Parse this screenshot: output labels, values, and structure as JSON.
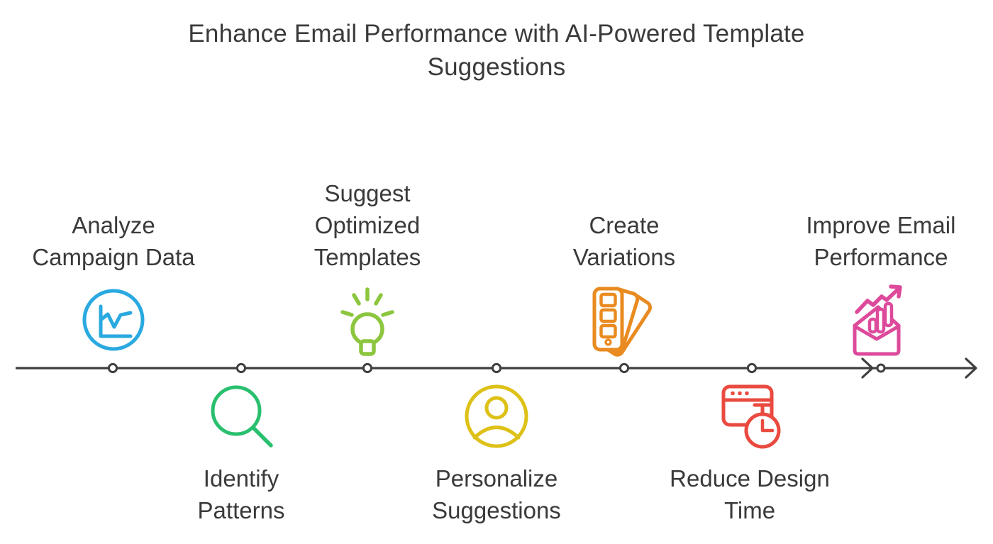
{
  "title": "Enhance Email Performance with AI-Powered Template Suggestions",
  "palette": {
    "text": "#3a3a3a",
    "timeline": "#3f3f3f"
  },
  "timeline": {
    "color": "#3f3f3f",
    "node_count": 7
  },
  "steps": [
    {
      "label": [
        "Analyze",
        "Campaign Data"
      ],
      "icon": "line-chart-circle-icon",
      "color": "#29a9e0",
      "side": "above"
    },
    {
      "label": [
        "Identify",
        "Patterns"
      ],
      "icon": "magnifier-icon",
      "color": "#2abf6e",
      "side": "below"
    },
    {
      "label": [
        "Suggest",
        "Optimized",
        "Templates"
      ],
      "icon": "lightbulb-icon",
      "color": "#8cc63f",
      "side": "above"
    },
    {
      "label": [
        "Personalize",
        "Suggestions"
      ],
      "icon": "person-circle-icon",
      "color": "#ddc117",
      "side": "below"
    },
    {
      "label": [
        "Create",
        "Variations"
      ],
      "icon": "color-swatches-icon",
      "color": "#e98b20",
      "side": "above"
    },
    {
      "label": [
        "Reduce Design",
        "Time"
      ],
      "icon": "browser-timer-icon",
      "color": "#ea4a3f",
      "side": "below"
    },
    {
      "label": [
        "Improve Email",
        "Performance"
      ],
      "icon": "envelope-chart-icon",
      "color": "#de4a9b",
      "side": "above"
    }
  ]
}
